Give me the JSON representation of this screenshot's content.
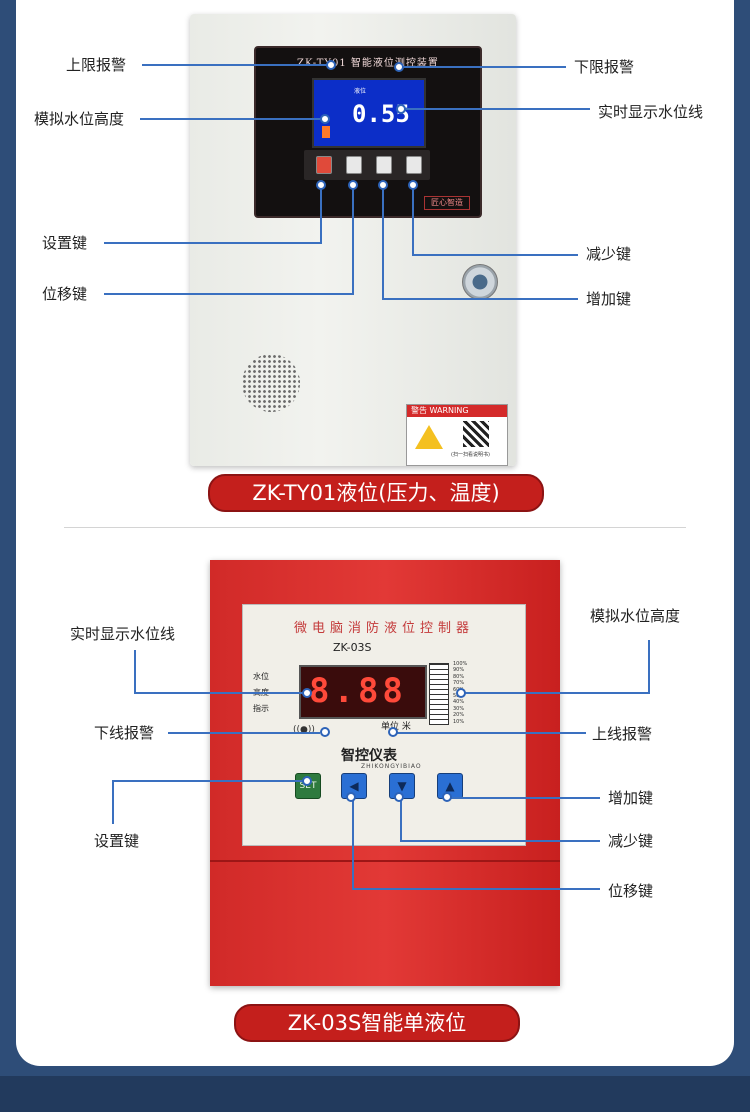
{
  "product1": {
    "name": "ZK-TY01液位(压力、温度)",
    "panel_title": "ZK-TY01 智能液位测控装置",
    "screen_label": "液位",
    "display_value": "0.55",
    "brand_badge": "匠心智造",
    "warning_label": "警告 WARNING",
    "warning_footer": "(扫一扫看说明书)",
    "callouts": {
      "upper_alarm": "上限报警",
      "lower_alarm": "下限报警",
      "analog_height": "模拟水位高度",
      "realtime_line": "实时显示水位线",
      "set_key": "设置键",
      "shift_key": "位移键",
      "decrease_key": "减少键",
      "increase_key": "增加键"
    }
  },
  "product2": {
    "name": "ZK-03S智能单液位",
    "panel_title": "微电脑消防液位控制器",
    "model": "ZK-03S",
    "side_labels": [
      "水位",
      "高度",
      "指示"
    ],
    "display_value": "8.88",
    "gauge_percent": [
      "100%",
      "90%",
      "80%",
      "70%",
      "60%",
      "50%",
      "40%",
      "30%",
      "20%",
      "10%"
    ],
    "unit_label": "单位  米",
    "logo_name": "智控仪表",
    "logo_sub": "ZHIKONGYIBIAO",
    "set_btn_label": "SET",
    "callouts": {
      "realtime_line": "实时显示水位线",
      "analog_height": "模拟水位高度",
      "lower_alarm": "下线报警",
      "upper_alarm": "上线报警",
      "set_key": "设置键",
      "increase_key": "增加键",
      "decrease_key": "减少键",
      "shift_key": "位移键"
    }
  },
  "colors": {
    "accent_blue": "#2d63b8",
    "pill_red": "#c41f1c",
    "page_bg": "#2e4d78"
  }
}
